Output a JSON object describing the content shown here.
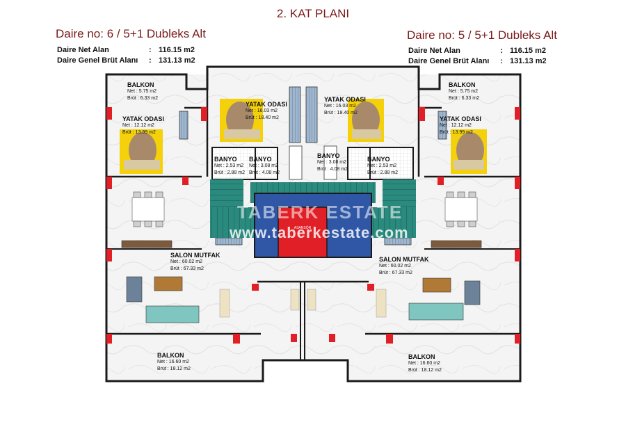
{
  "title": "2. KAT PLANI",
  "units": [
    {
      "heading": "Daire no:  6  / 5+1 Dubleks Alt",
      "net_label": "Daire Net Alan",
      "net_value": "116.15 m2",
      "gross_label": "Daire Genel Brüt Alanı",
      "gross_value": "131.13 m2",
      "colon": ":"
    },
    {
      "heading": "Daire no:  5  / 5+1 Dubleks Alt",
      "net_label": "Daire Net Alan",
      "net_value": "116.15 m2",
      "gross_label": "Daire Genel Brüt Alanı",
      "gross_value": "131.13 m2",
      "colon": ":"
    }
  ],
  "rooms": {
    "balkon_top_left": {
      "name": "BALKON",
      "net": "Net : 5.75 m2",
      "brut": "Brüt : 6.33 m2"
    },
    "yatak_small_left": {
      "name": "YATAK ODASI",
      "net": "Net : 12.12 m2",
      "brut": "Brüt : 13.99 m2"
    },
    "yatak_big_left": {
      "name": "YATAK ODASI",
      "net": "Net : 16.03 m2",
      "brut": "Brüt : 18.40 m2"
    },
    "banyo_a_left": {
      "name": "BANYO",
      "net": "Net : 2.53 m2",
      "brut": "Brüt : 2.88 m2"
    },
    "banyo_b_left": {
      "name": "BANYO",
      "net": "Net : 3.08 m2",
      "brut": "Brüt : 4.08 m2"
    },
    "yatak_big_right": {
      "name": "YATAK ODASI",
      "net": "Net : 16.03 m2",
      "brut": "Brüt : 18.40 m2"
    },
    "banyo_b_right": {
      "name": "BANYO",
      "net": "Net : 3.08 m2",
      "brut": "Brüt : 4.08 m2"
    },
    "banyo_a_right": {
      "name": "BANYO",
      "net": "Net : 2.53 m2",
      "brut": "Brüt : 2.88 m2"
    },
    "balkon_top_right": {
      "name": "BALKON",
      "net": "Net : 5.75 m2",
      "brut": "Brüt : 6.33 m2"
    },
    "yatak_small_right": {
      "name": "YATAK ODASI",
      "net": "Net : 12.12 m2",
      "brut": "Brüt : 13.99 m2"
    },
    "salon_left": {
      "name": "SALON MUTFAK",
      "net": "Net : 60.02 m2",
      "brut": "Brüt : 67.33 m2"
    },
    "salon_right": {
      "name": "SALON MUTFAK",
      "net": "Net : 60.02 m2",
      "brut": "Brüt : 67.33 m2"
    },
    "balkon_bottom_left": {
      "name": "BALKON",
      "net": "Net : 16.60 m2",
      "brut": "Brüt : 18.12 m2"
    },
    "balkon_bottom_right": {
      "name": "BALKON",
      "net": "Net : 16.60 m2",
      "brut": "Brüt : 18.12 m2"
    }
  },
  "elevator_label": "ASANSÖR",
  "watermark": "www.taberkestate.com",
  "watermark_brand": "TABERK ESTATE"
}
